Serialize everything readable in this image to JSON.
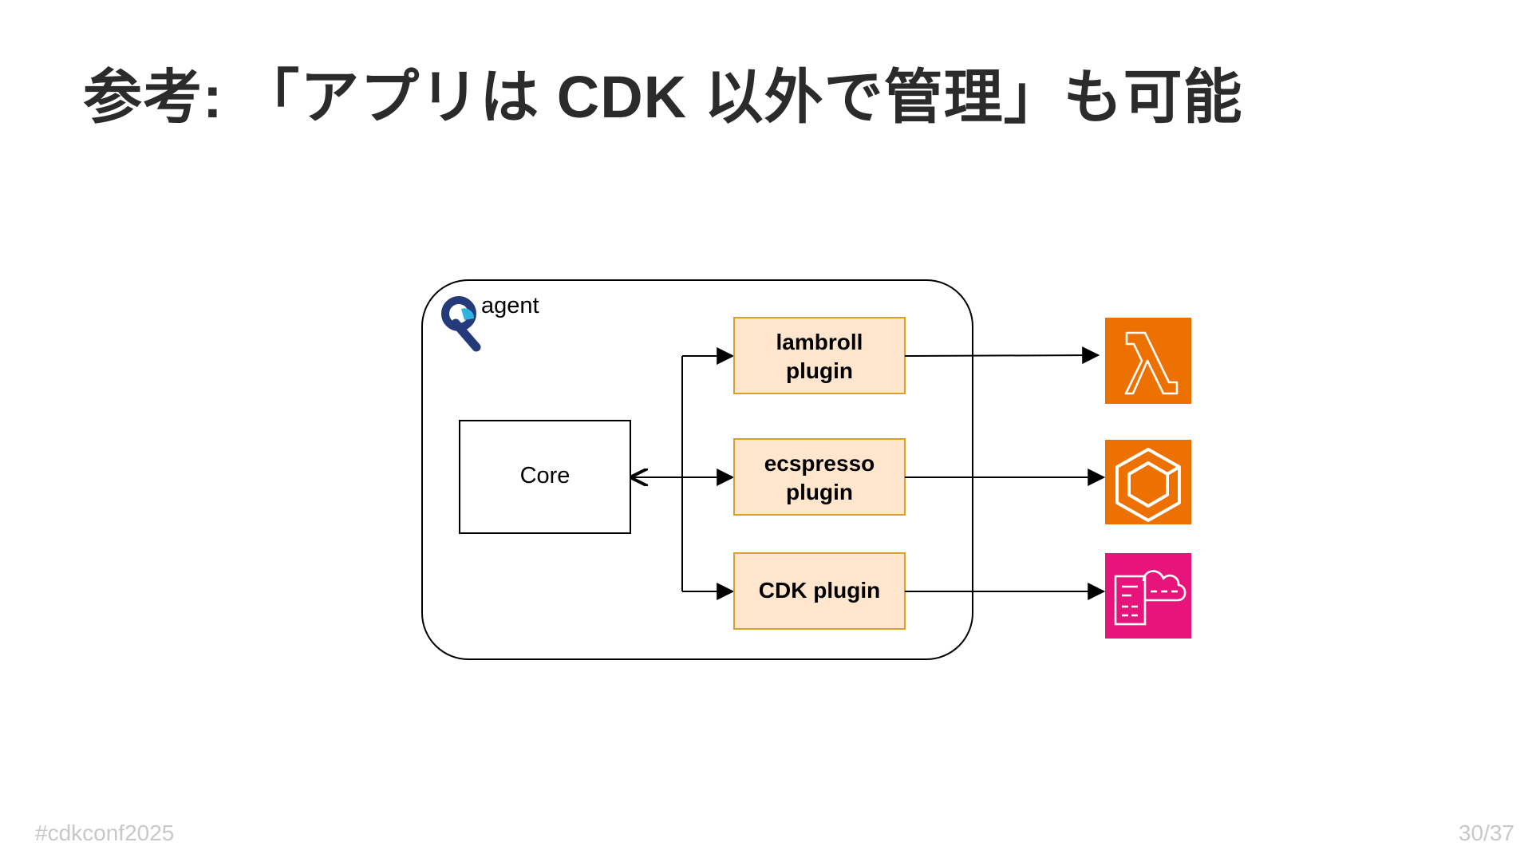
{
  "slide": {
    "title": "参考: 「アプリは CDK 以外で管理」も可能",
    "footer_left": "#cdkconf2025",
    "footer_right": "30/37"
  },
  "diagram": {
    "container_label": "agent",
    "core_label": "Core",
    "plugins": [
      {
        "line1": "lambroll",
        "line2": "plugin"
      },
      {
        "line1": "ecspresso",
        "line2": "plugin"
      },
      {
        "line1": "CDK plugin",
        "line2": ""
      }
    ],
    "services": [
      {
        "icon": "aws-lambda-icon",
        "color": "#ED7100"
      },
      {
        "icon": "aws-ecs-icon",
        "color": "#ED7100"
      },
      {
        "icon": "aws-cloudformation-icon",
        "color": "#E7157B"
      }
    ],
    "colors": {
      "plugin_fill": "#FFE6CC",
      "plugin_stroke": "#D6A22A",
      "line": "#000000"
    }
  }
}
